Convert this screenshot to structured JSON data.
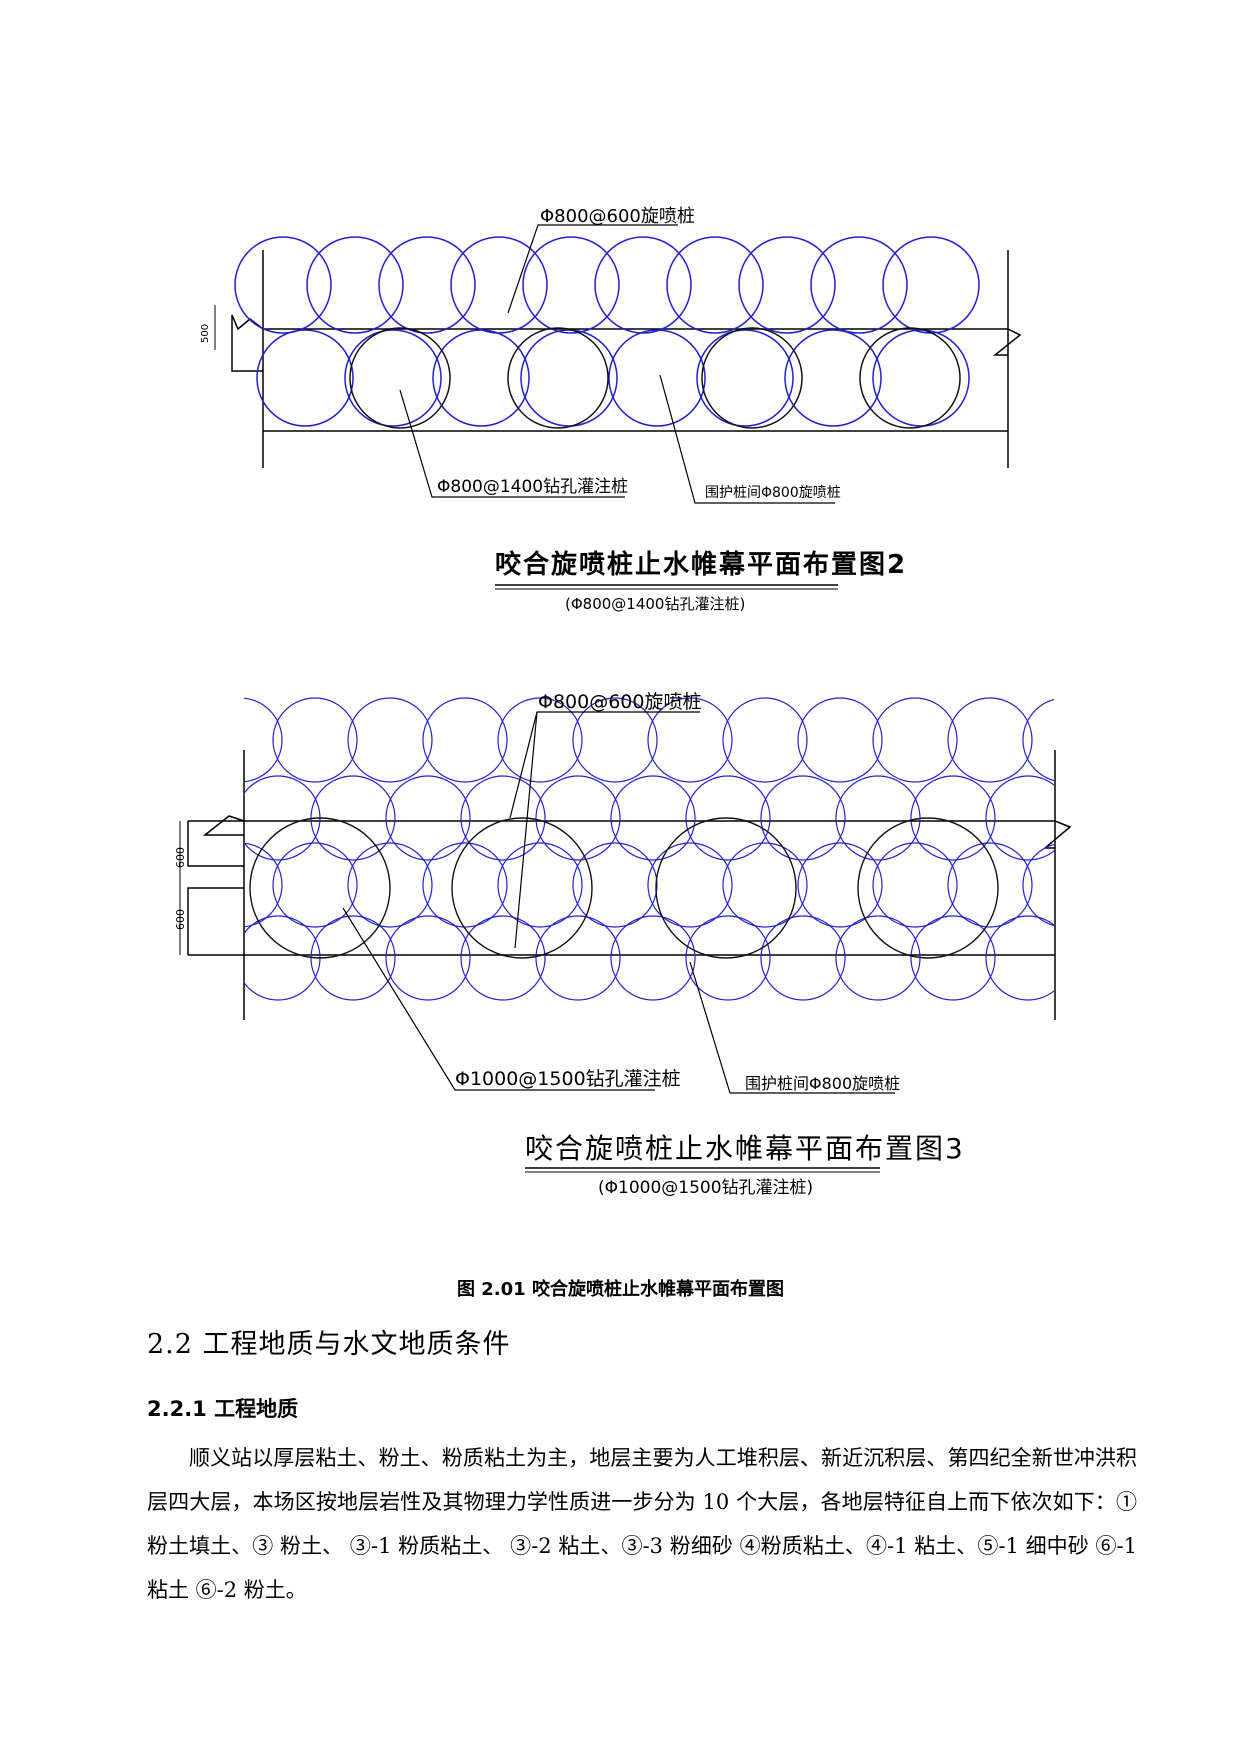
{
  "diagram2": {
    "label_top": "Φ800@600旋喷桩",
    "label_left": "Φ800@1400钻孔灌注桩",
    "label_right": "围护桩间Φ800旋喷桩",
    "dim": "500",
    "title": "咬合旋喷桩止水帷幕平面布置图2",
    "subtitle": "(Φ800@1400钻孔灌注桩)"
  },
  "diagram3": {
    "label_top": "Φ800@600旋喷桩",
    "label_left": "Φ1000@1500钻孔灌注桩",
    "label_right": "围护桩间Φ800旋喷桩",
    "dim_top": "600",
    "dim_bottom": "600",
    "title": "咬合旋喷桩止水帷幕平面布置图3",
    "subtitle": "(Φ1000@1500钻孔灌注桩)"
  },
  "figure_caption": "图 2.01  咬合旋喷桩止水帷幕平面布置图",
  "section": {
    "heading": "2.2  工程地质与水文地质条件",
    "subheading": "2.2.1  工程地质",
    "paragraph": "顺义站以厚层粘土、粉土、粉质粘土为主，地层主要为人工堆积层、新近沉积层、第四纪全新世冲洪积层四大层，本场区按地层岩性及其物理力学性质进一步分为 10 个大层，各地层特征自上而下依次如下：① 粉土填土、③ 粉土、 ③-1 粉质粘土、 ③-2 粘土、③-3 粉细砂 ④粉质粘土、④-1 粘土、⑤-1 细中砂 ⑥-1 粘土 ⑥-2 粉土。"
  },
  "colors": {
    "jet_grout": "#2222cc",
    "bored_pile": "#111111"
  }
}
